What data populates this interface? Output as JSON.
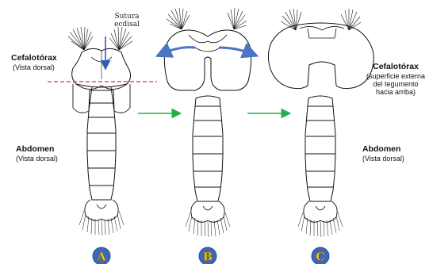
{
  "labels": {
    "sutura_line1": "Sutura",
    "sutura_line2": "ecdisal",
    "cefalotorax_left": "Cefalotórax",
    "cefalotorax_left_sub": "(Vista dorsal)",
    "abdomen_left": "Abdomen",
    "abdomen_left_sub": "(Vista dorsal)",
    "cefalotorax_right": "Cefalotórax",
    "cefalotorax_right_sub1": "(superficie externa",
    "cefalotorax_right_sub2": "del tegumento",
    "cefalotorax_right_sub3": "hacia arriba)",
    "abdomen_right": "Abdomen",
    "abdomen_right_sub": "(Vista dorsal)"
  },
  "stages": [
    {
      "letter": "A"
    },
    {
      "letter": "B"
    },
    {
      "letter": "C"
    }
  ],
  "colors": {
    "outline": "#111111",
    "suture_arrow": "#2f5fb3",
    "spread_arrows": "#4a74c4",
    "dashed_line": "#e03030",
    "transition_arrows": "#22b04a",
    "badge_fill": "#3f66b8",
    "badge_text": "#f5d000"
  }
}
